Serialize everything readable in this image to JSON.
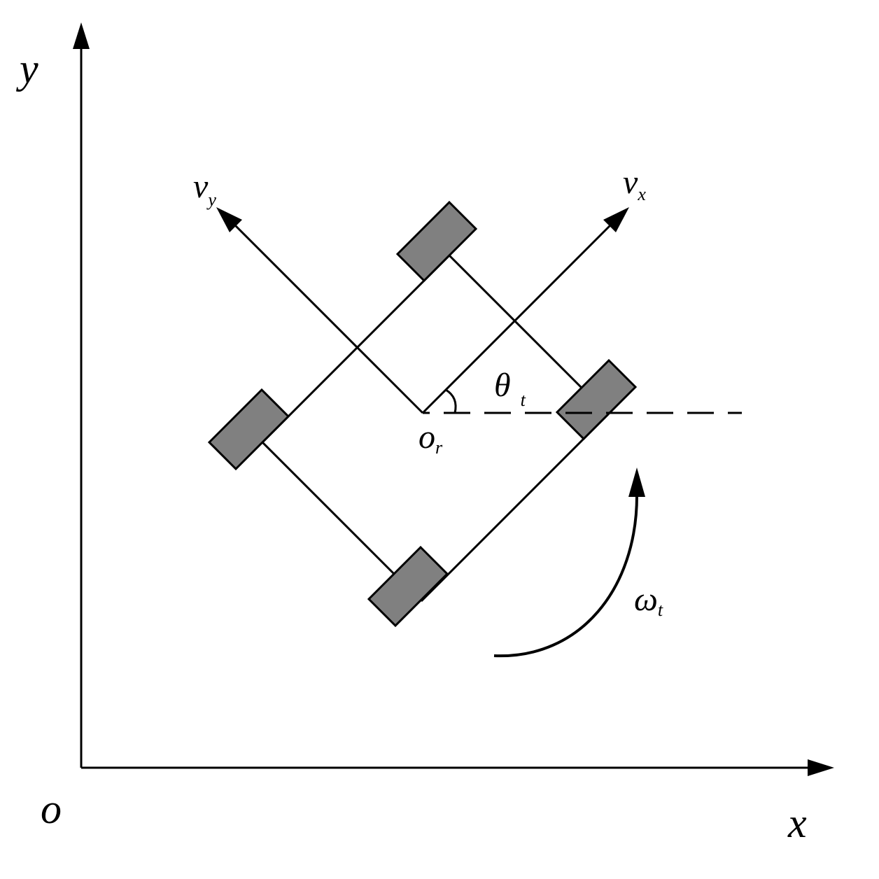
{
  "axes": {
    "origin_label": "o",
    "x_label": "x",
    "y_label": "y"
  },
  "robot": {
    "center_label_main": "o",
    "center_label_sub": "r",
    "vx_main": "v",
    "vx_sub": "x",
    "vy_main": "v",
    "vy_sub": "y",
    "heading_angle_main": "θ",
    "heading_angle_sub": "t",
    "heading_angle_deg": 45,
    "wheel_count": 4
  },
  "rotation": {
    "omega_main": "ω",
    "omega_sub": "t"
  },
  "colors": {
    "line": "#000000",
    "wheel_fill": "#808080",
    "background": "#ffffff"
  }
}
